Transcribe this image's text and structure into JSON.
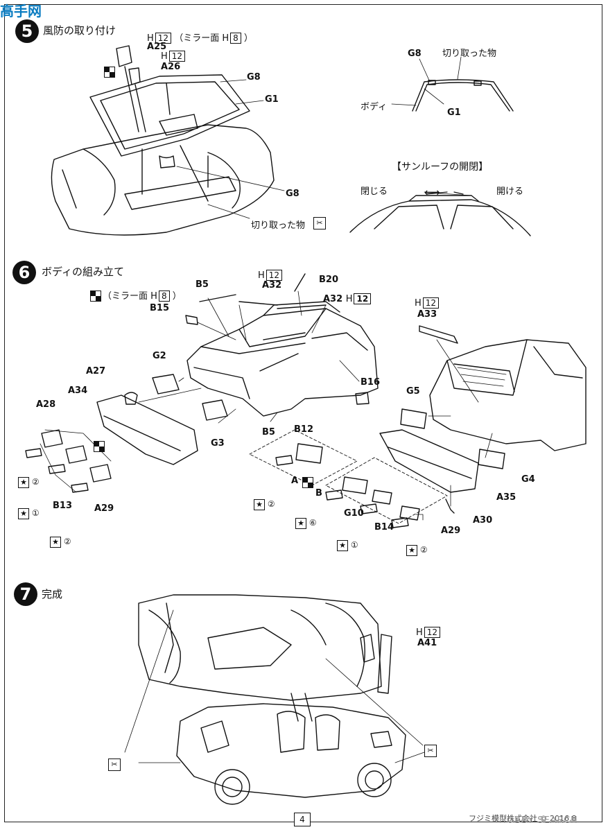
{
  "watermark": {
    "logo": "高手网",
    "site": "HOBBY SEARCH"
  },
  "step5": {
    "number": "5",
    "title": "風防の取り付け",
    "h12_a": "H",
    "h12_a_val": "12",
    "mirror_note": "（ミラー面",
    "mirror_h": "H",
    "mirror_h_val": "8",
    "mirror_close": "）",
    "a25": "A25",
    "h12_b": "H",
    "h12_b_val": "12",
    "a26": "A26",
    "g8_top": "G8",
    "g1": "G1",
    "g8_bottom": "G8",
    "cut_note": "切り取った物",
    "detail_g8": "G8",
    "detail_cut": "切り取った物",
    "detail_body": "ボディ",
    "detail_g1": "G1",
    "sunroof_title": "【サンルーフの開閉】",
    "close": "閉じる",
    "open": "開ける"
  },
  "step6": {
    "number": "6",
    "title": "ボディの組み立て",
    "mirror_note": "（ミラー面",
    "mirror_h": "H",
    "mirror_h_val": "8",
    "mirror_close": "）",
    "b5_top": "B5",
    "h12_a32": "H",
    "h12_a32_val": "12",
    "a32_top": "A32",
    "b20": "B20",
    "a32_mid": "A32",
    "a32_mid_h": "H",
    "a32_mid_hval": "12",
    "b15": "B15",
    "h12_a33": "H",
    "h12_a33_val": "12",
    "a33": "A33",
    "g2": "G2",
    "a27": "A27",
    "a34": "A34",
    "a28": "A28",
    "b16": "B16",
    "g5": "G5",
    "g3": "G3",
    "b5_bottom": "B5",
    "b12": "B12",
    "g4": "G4",
    "a_mark": "A",
    "b_mark": "B",
    "a35": "A35",
    "b13": "B13",
    "a29_left": "A29",
    "g10": "G10",
    "a30": "A30",
    "b14": "B14",
    "a29_right": "A29",
    "star2_a": "②",
    "star1_a": "①",
    "star2_b": "②",
    "star2_c": "②",
    "star6": "⑥",
    "star1_b": "①",
    "star2_d": "②"
  },
  "step7": {
    "number": "7",
    "title": "完成",
    "h12": "H",
    "h12_val": "12",
    "a41": "A41"
  },
  "footer": {
    "page": "4",
    "copyright": "フジミ模型株式会社 © 2016.8"
  }
}
